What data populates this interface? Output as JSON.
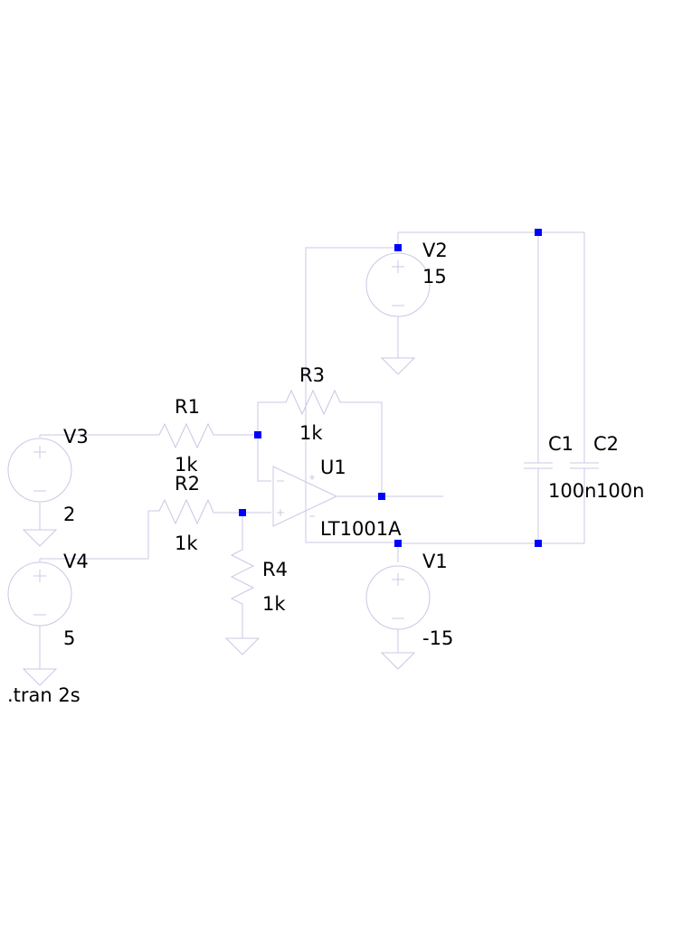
{
  "colors": {
    "wire": "#c8c8e6",
    "junction": "#0000ff",
    "text": "#000000",
    "background": "#ffffff"
  },
  "components": {
    "v1": {
      "name": "V1",
      "value": "-15"
    },
    "v2": {
      "name": "V2",
      "value": "15"
    },
    "v3": {
      "name": "V3",
      "value": "2"
    },
    "v4": {
      "name": "V4",
      "value": "5"
    },
    "r1": {
      "name": "R1",
      "value": "1k"
    },
    "r2": {
      "name": "R2",
      "value": "1k"
    },
    "r3": {
      "name": "R3",
      "value": "1k"
    },
    "r4": {
      "name": "R4",
      "value": "1k"
    },
    "c1": {
      "name": "C1",
      "value": "100n"
    },
    "c2": {
      "name": "C2",
      "value": "100n"
    },
    "u1": {
      "name": "U1",
      "part": "LT1001A"
    }
  },
  "directive": ".tran 2s"
}
